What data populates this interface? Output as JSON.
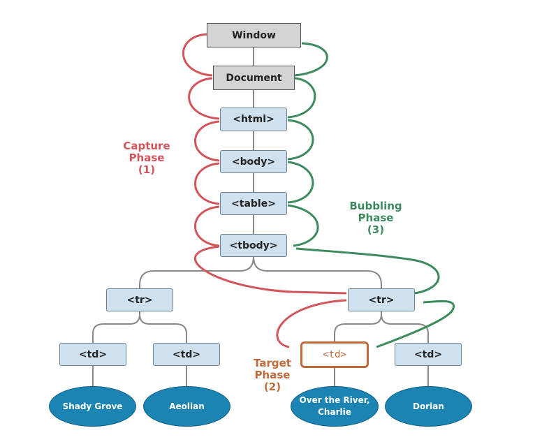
{
  "nodes": {
    "window": "Window",
    "document": "Document",
    "html": "<html>",
    "body": "<body>",
    "table": "<table>",
    "tbody": "<tbody>",
    "tr_left": "<tr>",
    "tr_right": "<tr>",
    "td_1": "<td>",
    "td_2": "<td>",
    "td_target": "<td>",
    "td_4": "<td>"
  },
  "leaves": {
    "leaf_1": "Shady Grove",
    "leaf_2": "Aeolian",
    "leaf_3_line1": "Over the River,",
    "leaf_3_line2": "Charlie",
    "leaf_4": "Dorian"
  },
  "labels": {
    "capture": [
      "Capture",
      "Phase",
      "(1)"
    ],
    "bubbling": [
      "Bubbling",
      "Phase",
      "(3)"
    ],
    "target": [
      "Target",
      "Phase",
      "(2)"
    ]
  },
  "colors": {
    "capture": "#d2555b",
    "bubbling": "#3d8a5f",
    "target": "#c06a3a",
    "node_fill": "#cfe1ef",
    "window_fill": "#d4d4d4",
    "leaf_fill": "#1b84b3",
    "connector": "#888888"
  }
}
